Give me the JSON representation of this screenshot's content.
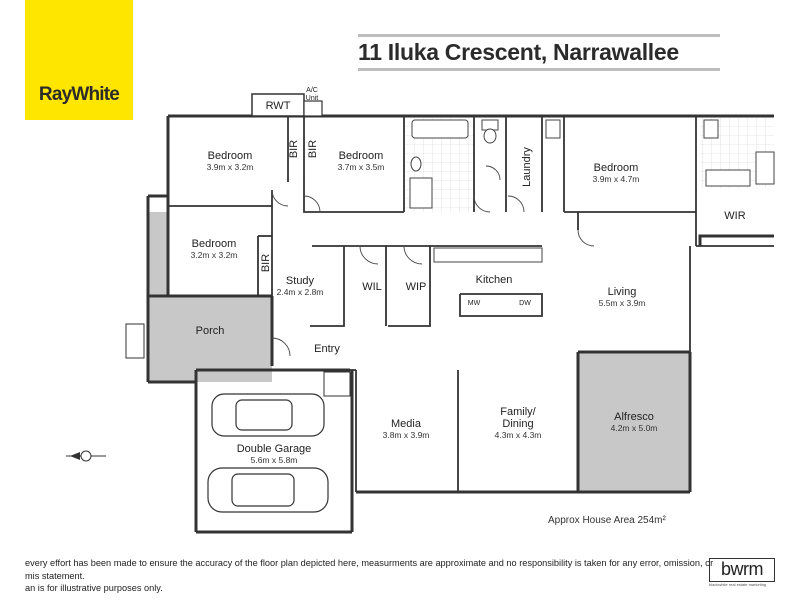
{
  "brand": {
    "logo_text": "RayWhite",
    "accent": "#ffe600"
  },
  "title": "11 Iluka Crescent, Narrawallee",
  "rooms": {
    "bed1": {
      "name": "Bedroom",
      "dims": "3.9m x 3.2m"
    },
    "bed2": {
      "name": "Bedroom",
      "dims": "3.7m x 3.5m"
    },
    "bed_master": {
      "name": "Bedroom",
      "dims": "3.9m x 4.7m"
    },
    "bed3": {
      "name": "Bedroom",
      "dims": "3.2m x 3.2m"
    },
    "study": {
      "name": "Study",
      "dims": "2.4m x 2.8m"
    },
    "kitchen": {
      "name": "Kitchen"
    },
    "living": {
      "name": "Living",
      "dims": "5.5m x 3.9m"
    },
    "porch": {
      "name": "Porch"
    },
    "entry": {
      "name": "Entry"
    },
    "garage": {
      "name": "Double Garage",
      "dims": "5.6m x 5.8m"
    },
    "media": {
      "name": "Media",
      "dims": "3.8m x 3.9m"
    },
    "family": {
      "name_line1": "Family/",
      "name_line2": "Dining",
      "dims": "4.3m x 4.3m"
    },
    "alfresco": {
      "name": "Alfresco",
      "dims": "4.2m x 5.0m"
    }
  },
  "labels": {
    "rwt": "RWT",
    "ac_line1": "A/C",
    "ac_line2": "Unit",
    "bir": "BIR",
    "laundry": "Laundry",
    "wir": "WIR",
    "wil": "WIL",
    "wip": "WIP",
    "mw": "MW",
    "dw": "DW"
  },
  "area_text": "Approx House Area 254m²",
  "disclaimer": {
    "line1": "every effort has been made to ensure the accuracy of the floor plan depicted here, measurments are approximate and no responsibility is taken for any error, omission, or mis statement.",
    "line2": "an is for illustrative purposes only."
  },
  "footer_brand": {
    "logo": "bwrm",
    "sub": "blackwhite real estate marketing"
  },
  "colors": {
    "wall": "#333333",
    "fill_grey": "#c8c8c8",
    "tile": "#d4d4d4"
  }
}
